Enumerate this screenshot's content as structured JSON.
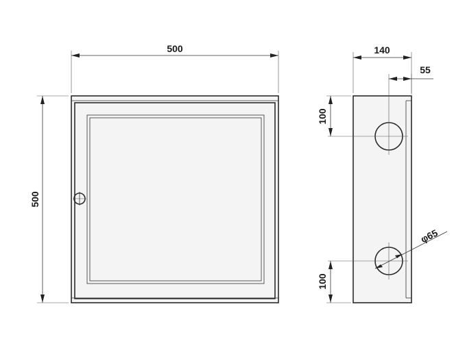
{
  "dimensions": {
    "front_width": "500",
    "front_height": "500",
    "side_depth": "140",
    "hole_offset": "55",
    "top_hole_spacing": "100",
    "bottom_hole_spacing": "100",
    "hole_diameter": "φ65"
  },
  "colors": {
    "line": "#2a2a2a",
    "background": "#ffffff"
  }
}
